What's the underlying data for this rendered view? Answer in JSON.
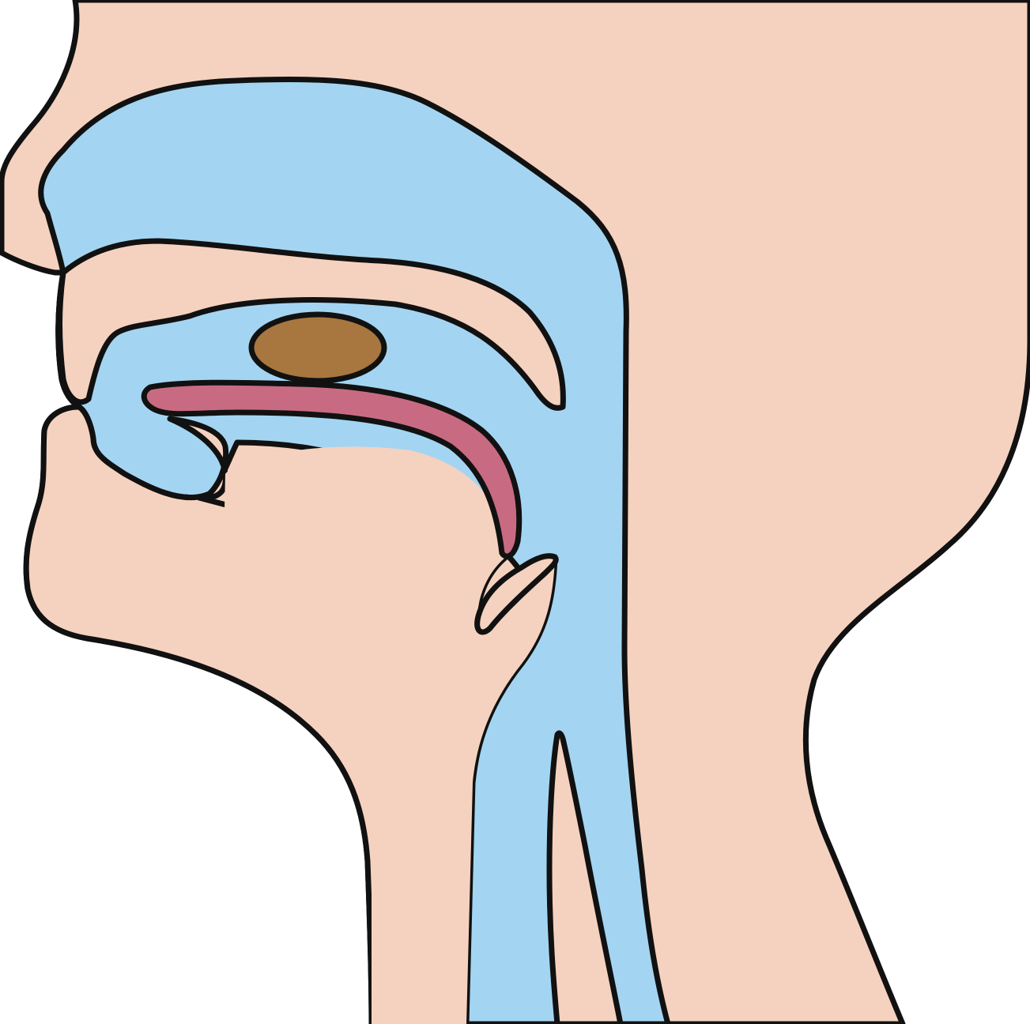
{
  "diagram": {
    "colors": {
      "skin": "#f5d2bf",
      "airway": "#a3d5f2",
      "tongue": "#c86b82",
      "bolus": "#a8763f",
      "outline": "#111111",
      "background": "#ffffff"
    },
    "parts": [
      {
        "name": "head-profile"
      },
      {
        "name": "nasal-cavity"
      },
      {
        "name": "hard-palate"
      },
      {
        "name": "oral-cavity"
      },
      {
        "name": "tongue"
      },
      {
        "name": "food-bolus"
      },
      {
        "name": "epiglottis"
      },
      {
        "name": "pharynx"
      },
      {
        "name": "esophagus"
      },
      {
        "name": "trachea"
      }
    ]
  }
}
